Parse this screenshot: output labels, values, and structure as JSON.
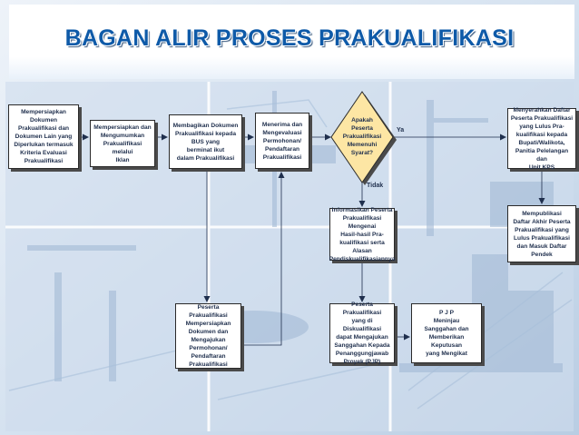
{
  "slide": {
    "title": "BAGAN ALIR PROSES PRAKUALIFIKASI"
  },
  "colors": {
    "title": "#0e5aa8",
    "background": "#dbe6f2",
    "box_border": "#2a2a2a",
    "text": "#1f2f4d"
  },
  "nodes": {
    "n1": "Mempersiapkan\nDokumen\nPrakualifikasi dan\nDokumen Lain yang\nDiperlukan termasuk\nKriteria Evaluasi\nPrakualifikasi",
    "n2": "Mempersiapkan dan\nMengumumkan\nPrakualifikasi melalui\nIklan",
    "n3": "Membagikan Dokumen\nPrakualifikasi kepada\nBUS yang\nberminat ikut\ndalam Prakualifikasi",
    "n4": "Menerima dan\nMengevaluasi\nPermohonan/\nPendaftaran\nPrakualifikasi",
    "decision": "Apakah\nPeserta\nPrakualifikasi\nMemenuhi\nSyarat?",
    "n6": "Menyerahkan Daftar\nPeserta Prakualifikasi\nyang Lulus Pra-\nkualifikasi kepada\nBupati/Walikota,\nPanitia Pelelangan dan\nUnit KPS",
    "n7": "Informasikan Peserta\nPrakualifikasi Mengenai\nHasil-hasil Pra-\nkualifikasi serta Alasan\nPendiskualifikasiannya",
    "n8": "Mempublikasi\nDaftar Akhir Peserta\nPrakualifikasi yang\nLulus Prakualifikasi\ndan Masuk Daftar\nPendek",
    "n9": "Peserta Prakualifikasi\nMempersiapkan\nDokumen dan\nMengajukan\nPermohonan/\nPendaftaran\nPrakualifikasi",
    "n10": "Peserta Prakualifikasi\nyang di Diskualifikasi\ndapat Mengajukan\nSanggahan Kepada\nPenanggungjawab\nProyek (PJP)",
    "n11": "P J P\nMeninjau\nSanggahan dan\nMemberikan\nKeputusan\nyang Mengikat"
  },
  "edge_labels": {
    "yes": "Ya",
    "no": "Tidak"
  }
}
